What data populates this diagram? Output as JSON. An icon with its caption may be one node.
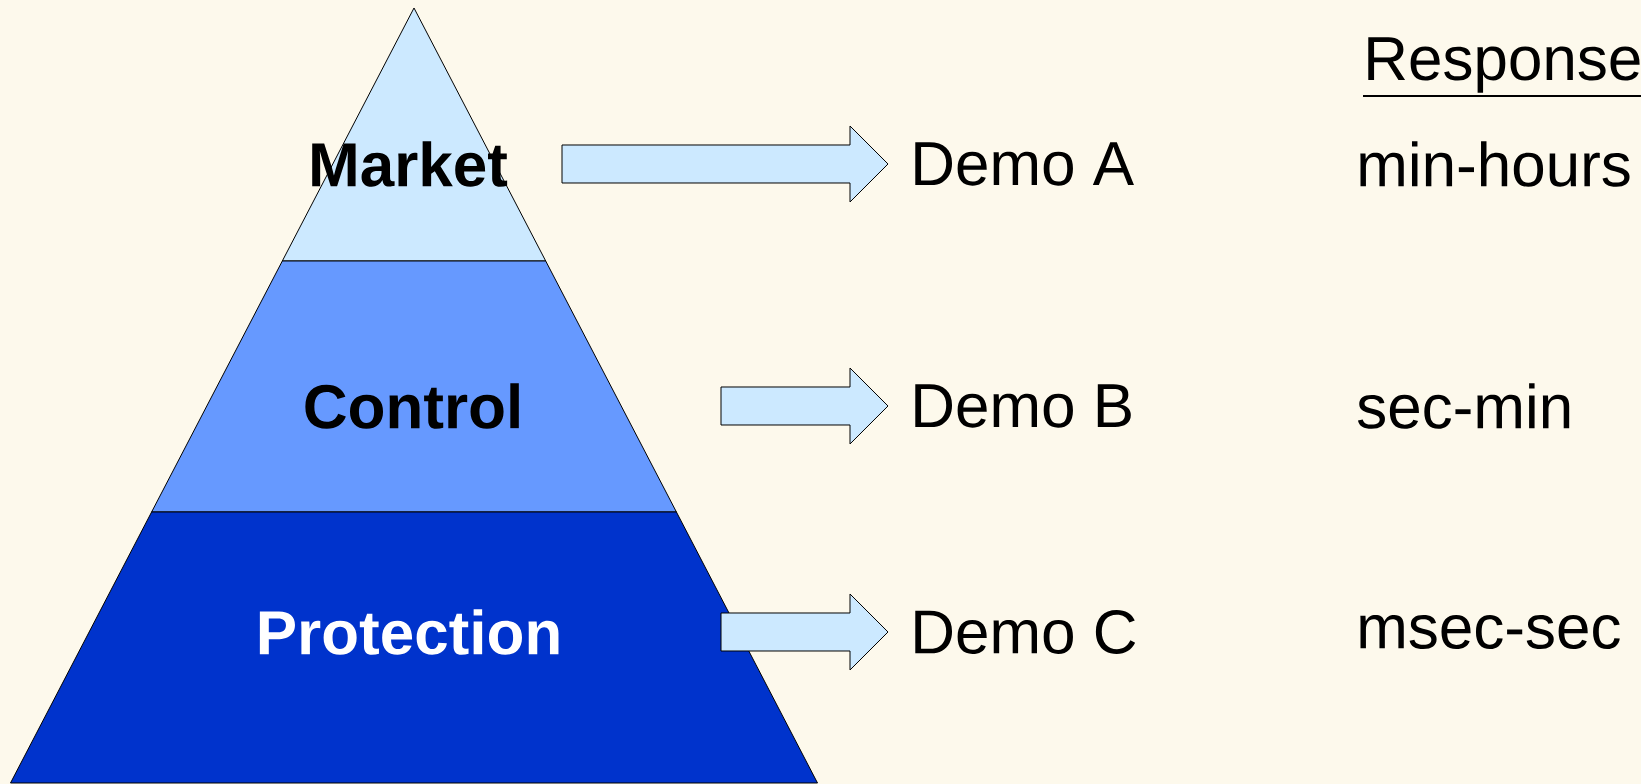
{
  "diagram": {
    "nodes": [
      {
        "text": [
          "Market"
        ]
      },
      {
        "text": [
          "Control"
        ]
      },
      {
        "text": [
          "Protection"
        ]
      },
      {
        "text": [
          "Demo A"
        ]
      },
      {
        "text": [
          "Demo B"
        ]
      },
      {
        "text": [
          "Demo C"
        ]
      }
    ],
    "edges": [
      {
        "from": 0,
        "to": 3,
        "arrow": "to"
      },
      {
        "from": 1,
        "to": 4,
        "arrow": "to"
      },
      {
        "from": 2,
        "to": 5,
        "arrow": "to"
      }
    ],
    "labels": [
      "Response",
      "min-hours",
      "sec-min",
      "msec-sec"
    ]
  }
}
